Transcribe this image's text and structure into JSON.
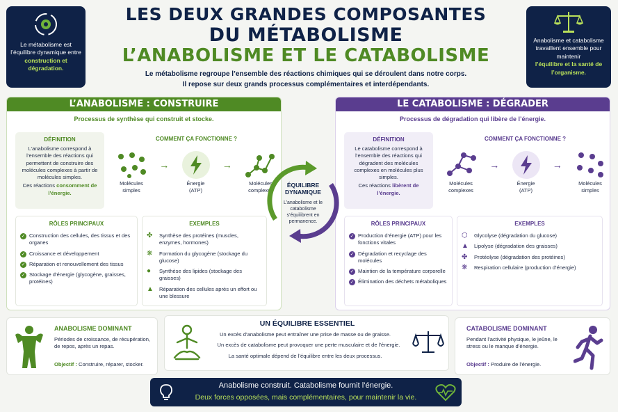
{
  "header": {
    "title1": "LES DEUX GRANDES COMPOSANTES",
    "title2": "DU MÉTABOLISME",
    "title3": "L’ANABOLISME ET LE CATABOLISME",
    "intro1": "Le métabolisme regroupe l’ensemble des réactions chimiques qui se déroulent dans notre corps.",
    "intro2": "Il repose sur deux grands processus complémentaires et interdépendants."
  },
  "corner_left": {
    "text": "Le métabolisme est l’équilibre dynamique entre",
    "highlight": "construction et dégradation."
  },
  "corner_right": {
    "text": "Anabolisme et catabolisme travaillent ensemble pour maintenir",
    "highlight": "l’équilibre et la santé de l’organisme."
  },
  "anabolism": {
    "heading": "L’ANABOLISME : CONSTRUIRE",
    "subtitle": "Processus de synthèse qui construit et stocke.",
    "definition_title": "DÉFINITION",
    "definition_text": "L’anabolisme correspond à l’ensemble des réactions qui permettent de construire des molécules complexes à partir de molécules simples.",
    "definition_text2": "Ces réactions",
    "definition_highlight": "consomment de l’énergie.",
    "how_title": "COMMENT ÇA FONCTIONNE ?",
    "mol_left": "Molécules simples",
    "energy": "Énergie (ATP)",
    "mol_right": "Molécules complexes",
    "roles_title": "RÔLES PRINCIPAUX",
    "roles": [
      "Construction des cellules, des tissus et des organes",
      "Croissance et développement",
      "Réparation et renouvellement des tissus",
      "Stockage d’énergie (glycogène, graisses, protéines)"
    ],
    "examples_title": "EXEMPLES",
    "examples": [
      "Synthèse des protéines (muscles, enzymes, hormones)",
      "Formation du glycogène (stockage du glucose)",
      "Synthèse des lipides (stockage des graisses)",
      "Réparation des cellules après un effort ou une blessure"
    ],
    "dominant_title": "ANABOLISME DOMINANT",
    "dominant_text": "Périodes de croissance, de récupération, de repos, après un repas.",
    "objective_label": "Objectif :",
    "objective_text": "Construire, réparer, stocker."
  },
  "catabolism": {
    "heading": "LE CATABOLISME : DÉGRADER",
    "subtitle": "Processus de dégradation qui libère de l’énergie.",
    "definition_title": "DÉFINITION",
    "definition_text": "Le catabolisme correspond à l’ensemble des réactions qui dégradent des molécules complexes en molécules plus simples.",
    "definition_text2": "Ces réactions",
    "definition_highlight": "libèrent de l’énergie.",
    "how_title": "COMMENT ÇA FONCTIONNE ?",
    "mol_left": "Molécules complexes",
    "energy": "Énergie (ATP)",
    "mol_right": "Molécules simples",
    "roles_title": "RÔLES PRINCIPAUX",
    "roles": [
      "Production d’énergie (ATP) pour les fonctions vitales",
      "Dégradation et recyclage des molécules",
      "Maintien de la température corporelle",
      "Élimination des déchets métaboliques"
    ],
    "examples_title": "EXEMPLES",
    "examples": [
      "Glycolyse (dégradation du glucose)",
      "Lipolyse (dégradation des graisses)",
      "Protéolyse (dégradation des protéines)",
      "Respiration cellulaire (production d’énergie)"
    ],
    "dominant_title": "CATABOLISME DOMINANT",
    "dominant_text": "Pendant l’activité physique, le jeûne, le stress ou le manque d’énergie.",
    "objective_label": "Objectif :",
    "objective_text": "Produire de l’énergie."
  },
  "center": {
    "title": "ÉQUILIBRE DYNAMIQUE",
    "text": "L’anabolisme et le catabolisme s’équilibrent en permanence."
  },
  "balance": {
    "title": "UN ÉQUILIBRE ESSENTIEL",
    "line1": "Un excès d’anabolisme peut entraîner une prise de masse ou de graisse.",
    "line2": "Un excès de catabolisme peut provoquer une perte musculaire et de l’énergie.",
    "line3": "La santé optimale dépend de l’équilibre entre les deux processus."
  },
  "footer": {
    "line1": "Anabolisme construit. Catabolisme fournit l’énergie.",
    "line2": "Deux forces opposées, mais complémentaires, pour maintenir la vie."
  },
  "colors": {
    "navy": "#0f2247",
    "green": "#4f8a24",
    "purple": "#5a3d8f",
    "lime": "#b9e05a"
  }
}
